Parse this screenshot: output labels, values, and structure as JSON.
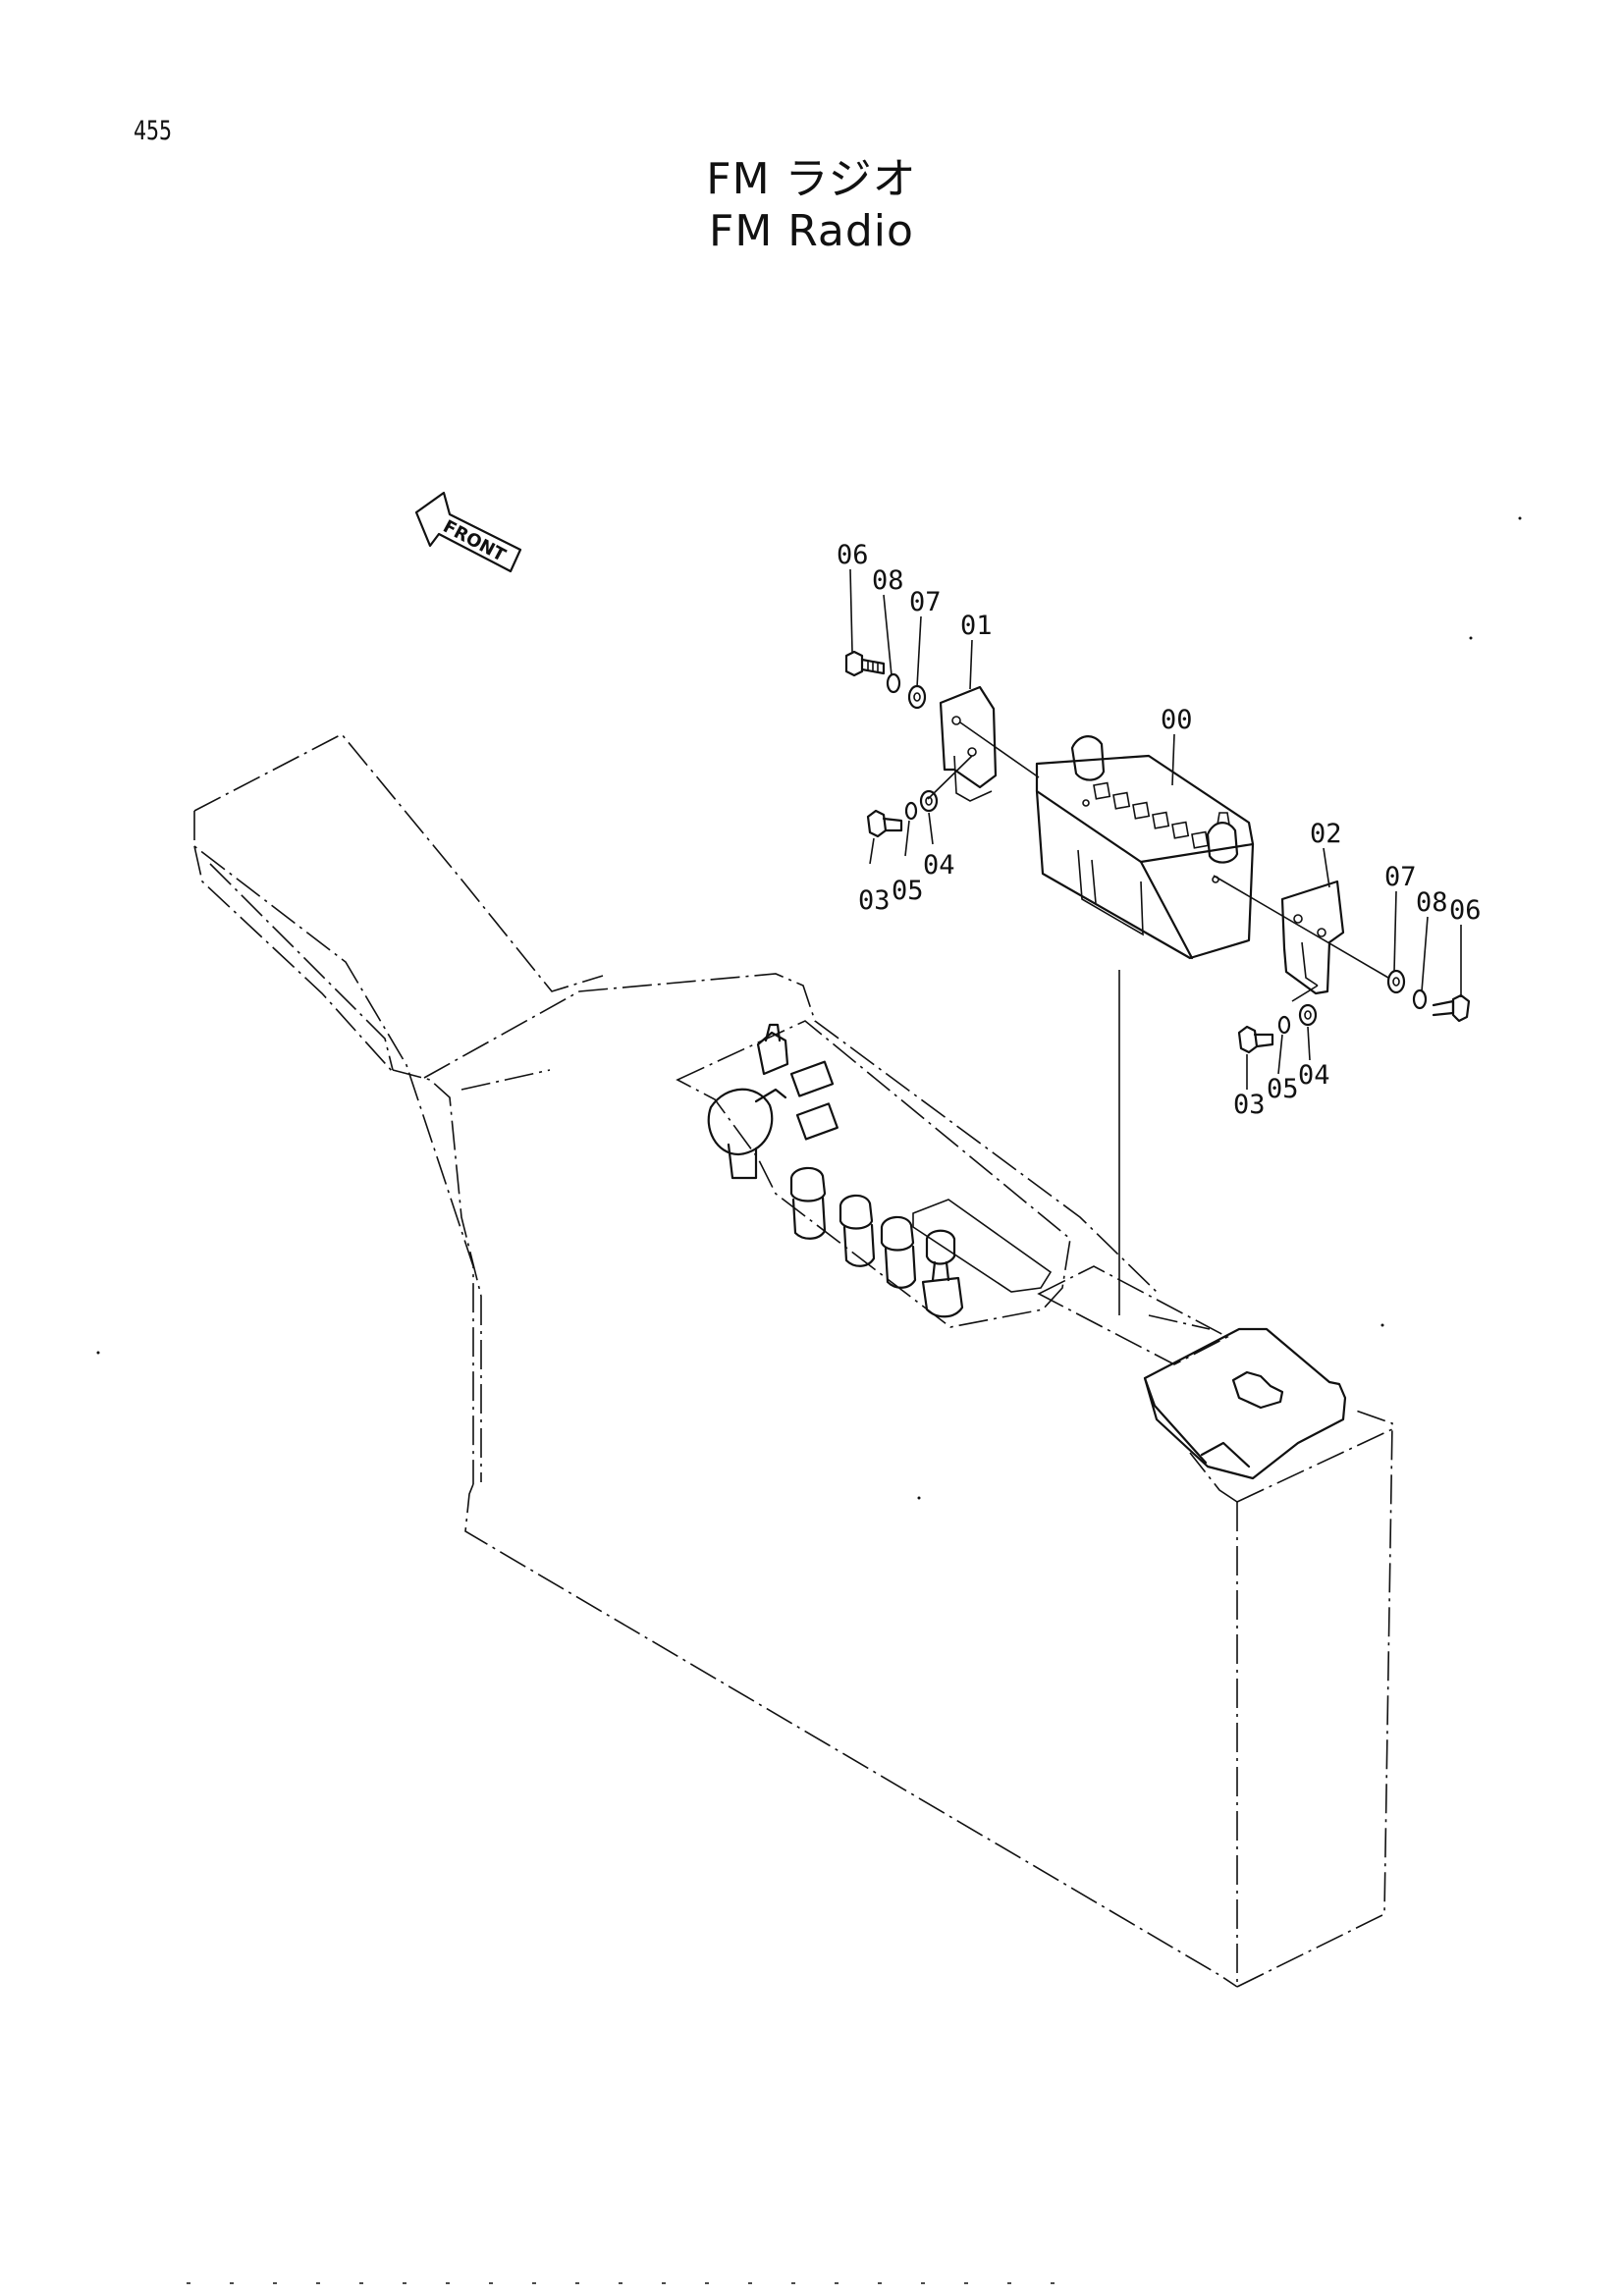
{
  "page": {
    "number": "455"
  },
  "title": {
    "japanese": "FM ラジオ",
    "english": "FM Radio"
  },
  "front_marker": {
    "text": "FRONT",
    "icon": "front-arrow-icon"
  },
  "part_labels": {
    "l00": "00",
    "l01": "01",
    "l02": "02",
    "l03a": "03",
    "l03b": "03",
    "l04a": "04",
    "l04b": "04",
    "l05a": "05",
    "l05b": "05",
    "l06a": "06",
    "l06b": "06",
    "l07a": "07",
    "l07b": "07",
    "l08a": "08",
    "l08b": "08"
  }
}
